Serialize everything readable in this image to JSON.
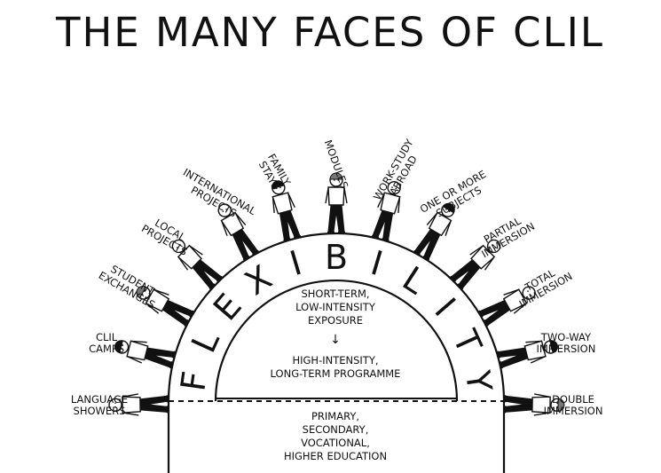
{
  "title": "THE MANY FACES OF CLIL",
  "arc_word": [
    "F",
    "L",
    "E",
    "X",
    "I",
    "B",
    "I",
    "L",
    "I",
    "T",
    "Y"
  ],
  "center_top": [
    "SHORT-TERM,",
    "LOW-INTENSITY",
    "EXPOSURE"
  ],
  "center_arrow": "↓",
  "center_bottom": [
    "HIGH-INTENSITY,",
    "LONG-TERM PROGRAMME"
  ],
  "base": [
    "PRIMARY,",
    "SECONDARY,",
    "VOCATIONAL,",
    "HIGHER EDUCATION"
  ],
  "figures": [
    {
      "label": [
        "LANGUAGE",
        "SHOWERS"
      ],
      "hair": "none"
    },
    {
      "label": [
        "CLIL",
        "CAMPS"
      ],
      "hair": "dark"
    },
    {
      "label": [
        "STUDENT",
        "EXCHANGES"
      ],
      "hair": "grey"
    },
    {
      "label": [
        "LOCAL",
        "PROJECTS"
      ],
      "hair": "none"
    },
    {
      "label": [
        "INTERNATIONAL",
        "PROJECTS"
      ],
      "hair": "none"
    },
    {
      "label": [
        "FAMILY",
        "STAYS"
      ],
      "hair": "dark"
    },
    {
      "label": [
        "MODULES"
      ],
      "hair": "grey"
    },
    {
      "label": [
        "WORK-STUDY",
        "ABROAD"
      ],
      "hair": "none"
    },
    {
      "label": [
        "ONE OR MORE",
        "SUBJECTS"
      ],
      "hair": "dark"
    },
    {
      "label": [
        "PARTIAL",
        "IMMERSION"
      ],
      "hair": "none"
    },
    {
      "label": [
        "TOTAL",
        "IMMERSION"
      ],
      "hair": "none"
    },
    {
      "label": [
        "TWO-WAY",
        "IMMERSION"
      ],
      "hair": "dark"
    },
    {
      "label": [
        "DOUBLE",
        "IMMERSION"
      ],
      "hair": "grey"
    }
  ]
}
